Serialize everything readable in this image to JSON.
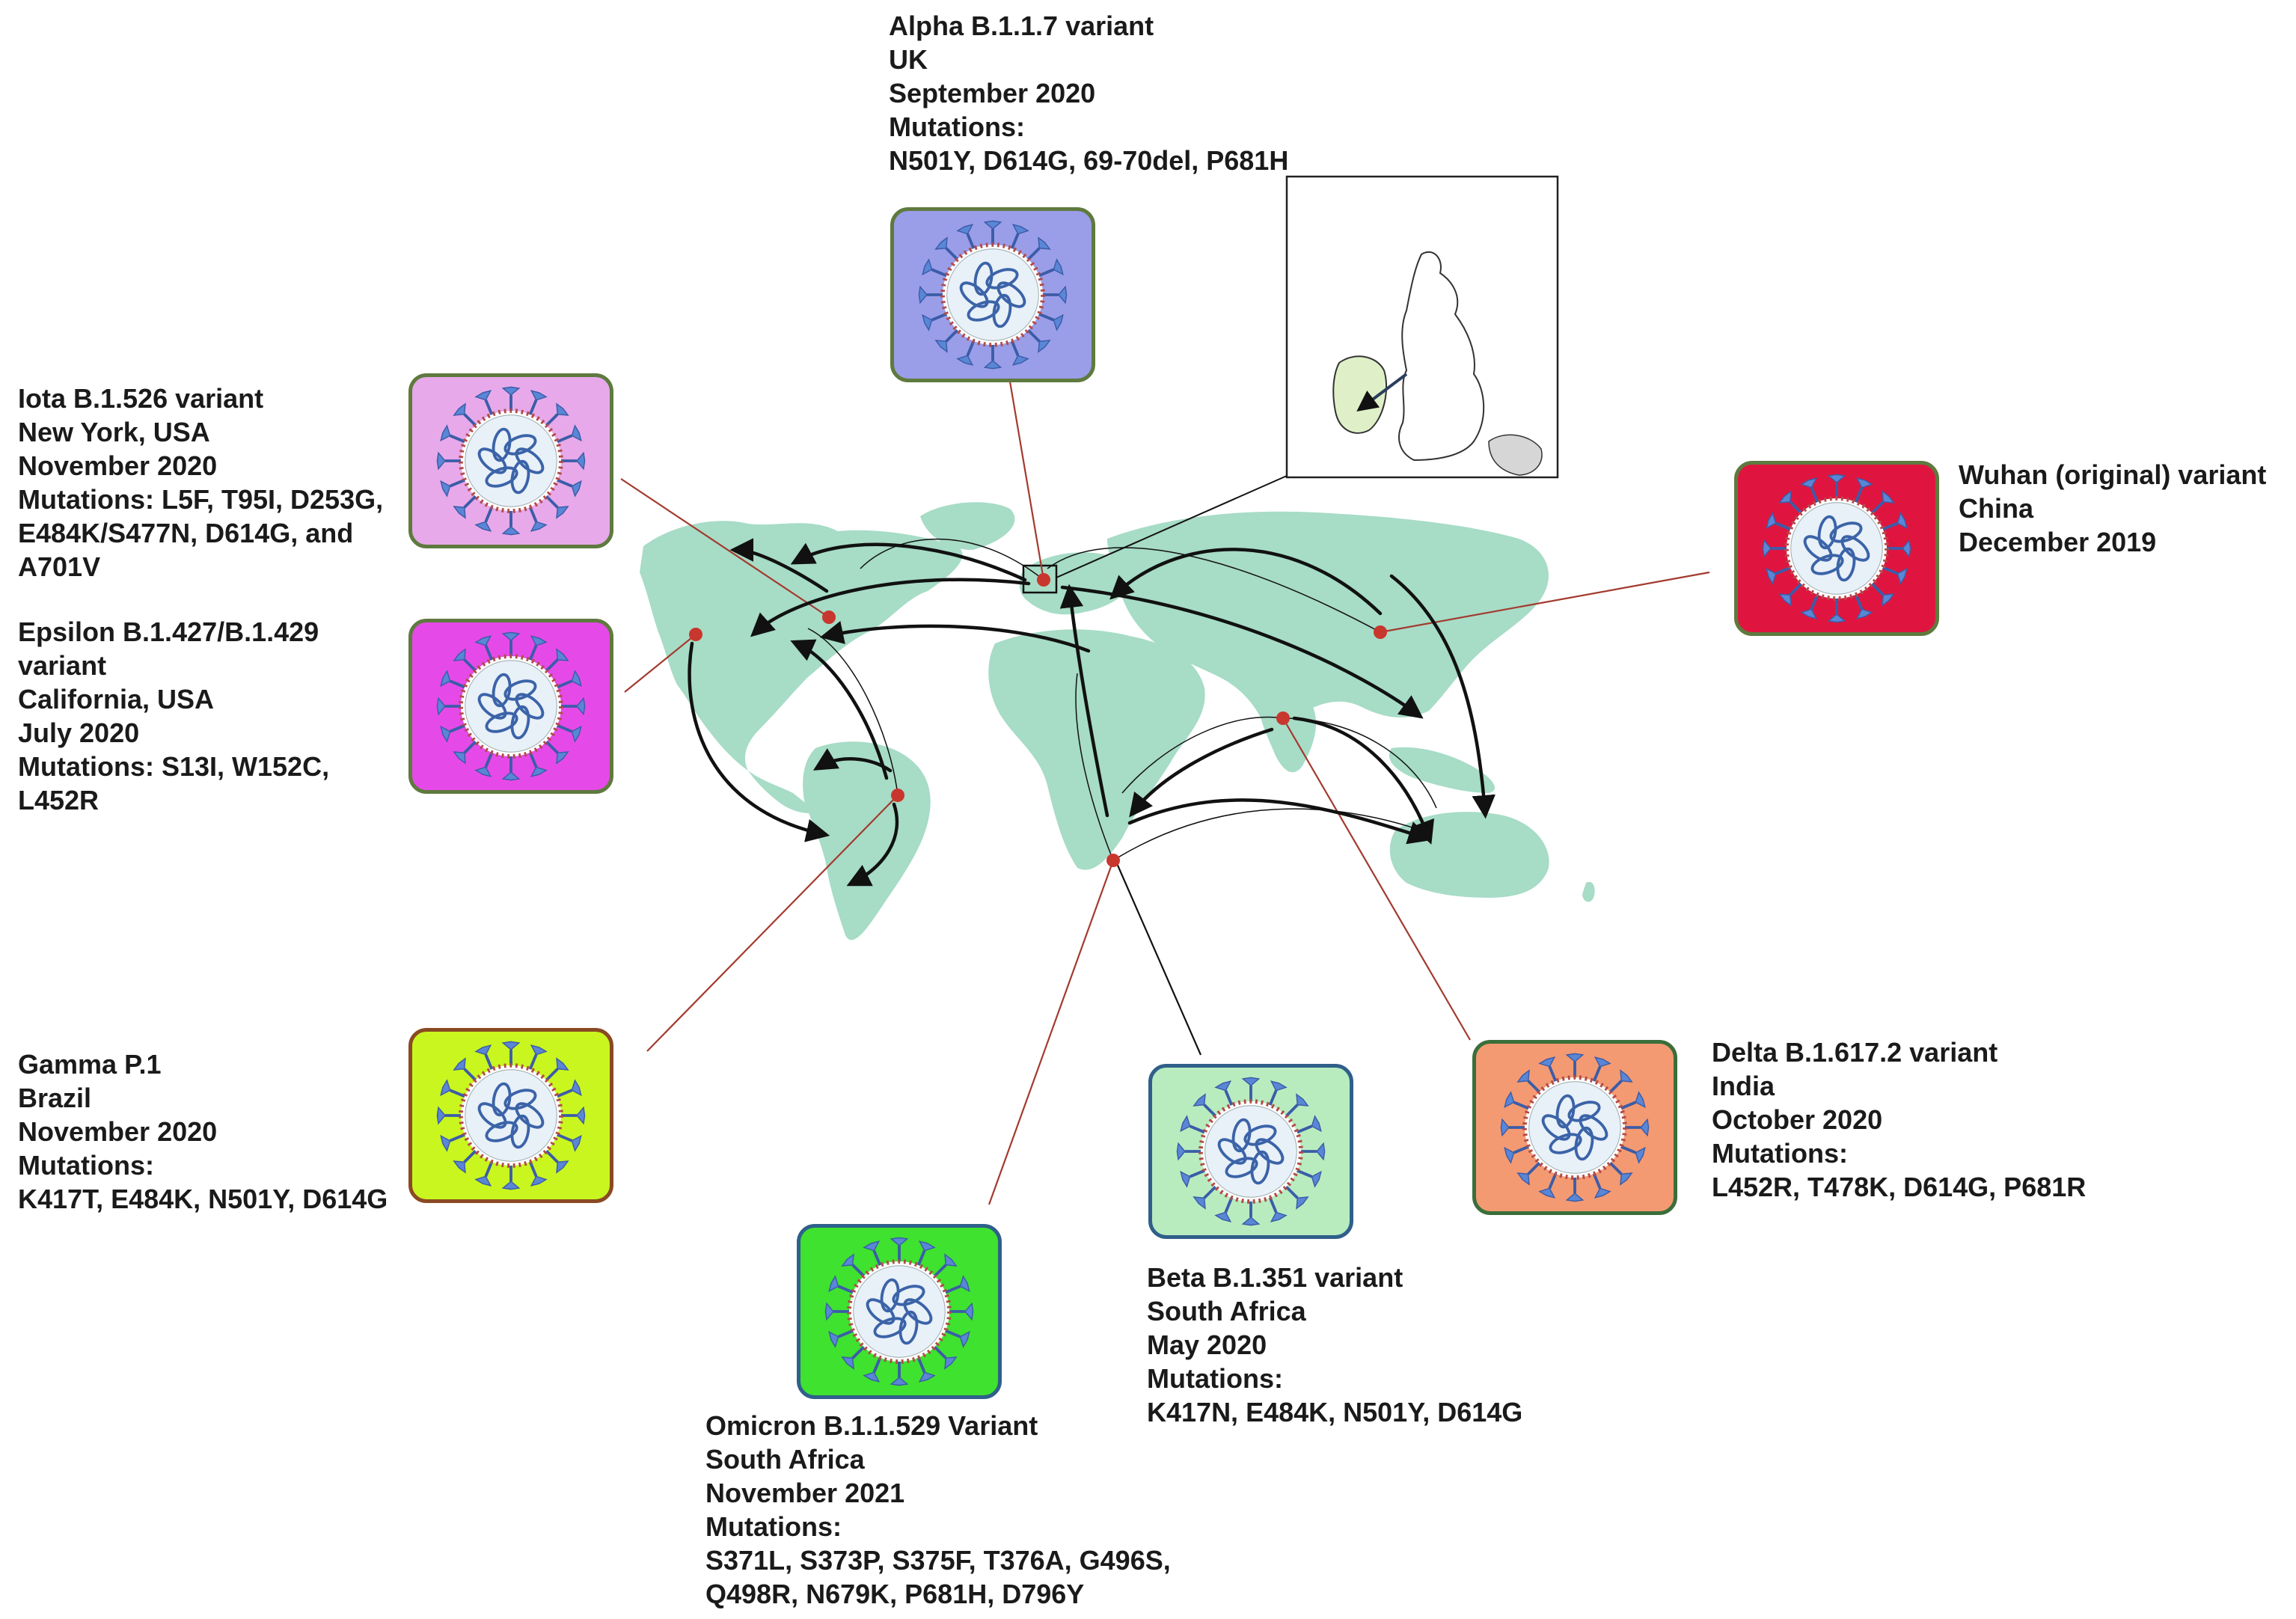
{
  "colors": {
    "map": "#a7dcc7",
    "leader_red": "#a33a2e",
    "marker": "#c8372d",
    "spike": "#3b5ca8",
    "spike_tip": "#5a86d6",
    "rna": "#3b63a8",
    "membrane": "#b24b48",
    "core": "#e8f0f8"
  },
  "variants": [
    {
      "id": "alpha",
      "lines": [
        "Alpha B.1.1.7 variant",
        "UK",
        "September 2020",
        "Mutations:",
        "N501Y, D614G, 69-70del, P681H"
      ],
      "box_color": "#9a9de8",
      "border_color": "#5e7a3e"
    },
    {
      "id": "iota",
      "lines": [
        "Iota B.1.526 variant",
        "New York, USA",
        "November  2020",
        "Mutations: L5F, T95I, D253G,",
        "E484K/S477N, D614G, and",
        "A701V"
      ],
      "box_color": "#e7a9ea",
      "border_color": "#5e7a3e"
    },
    {
      "id": "epsilon",
      "lines": [
        "Epsilon B.1.427/B.1.429",
        "variant",
        "California, USA",
        "July  2020",
        "Mutations: S13I, W152C,",
        "L452R"
      ],
      "box_color": "#e54ae8",
      "border_color": "#5e7a3e"
    },
    {
      "id": "wuhan",
      "lines": [
        "Wuhan (original)  variant",
        "China",
        "December 2019"
      ],
      "box_color": "#e0153f",
      "border_color": "#5e7a3e"
    },
    {
      "id": "gamma",
      "lines": [
        "Gamma P.1",
        "Brazil",
        "November  2020",
        "Mutations:",
        "K417T, E484K, N501Y, D614G"
      ],
      "box_color": "#c9f61f",
      "border_color": "#8a4a22"
    },
    {
      "id": "beta",
      "lines": [
        "Beta B.1.351 variant",
        "South Africa",
        "May 2020",
        "Mutations:",
        "K417N, E484K, N501Y, D614G"
      ],
      "box_color": "#b8ecbf",
      "border_color": "#2f5f8a"
    },
    {
      "id": "delta",
      "lines": [
        "Delta B.1.617.2 variant",
        "India",
        "October 2020",
        "Mutations:",
        "L452R, T478K, D614G, P681R"
      ],
      "box_color": "#f39a72",
      "border_color": "#3a6e3a"
    },
    {
      "id": "omicron",
      "lines": [
        "Omicron B.1.1.529 Variant",
        "South Africa",
        "November 2021",
        "Mutations:",
        "S371L, S373P, S375F, T376A, G496S,",
        "Q498R, N679K, P681H, D796Y"
      ],
      "box_color": "#3ee22f",
      "border_color": "#2f5f8a"
    }
  ]
}
